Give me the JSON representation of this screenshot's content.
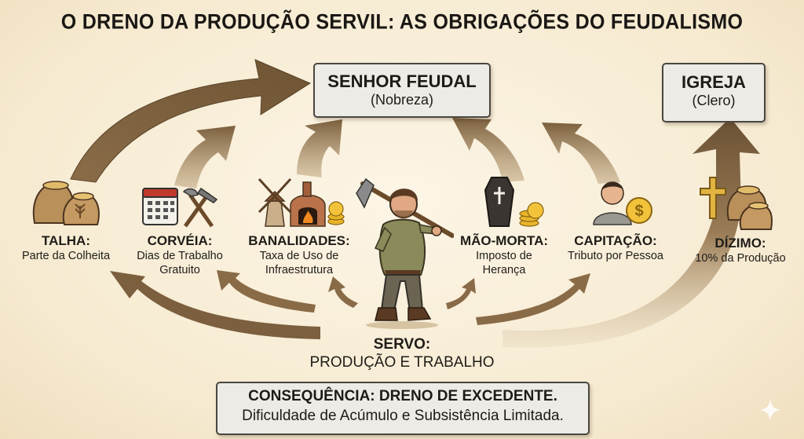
{
  "title": "O DRENO DA PRODUÇÃO SERVIL: AS OBRIGAÇÕES DO FEUDALISMO",
  "senhor": {
    "title": "SENHOR FEUDAL",
    "subtitle": "(Nobreza)"
  },
  "igreja": {
    "title": "IGREJA",
    "subtitle": "(Clero)"
  },
  "obligations": [
    {
      "name": "TALHA:",
      "desc": "Parte da Colheita",
      "icon": "grain-sacks-icon"
    },
    {
      "name": "CORVÉIA:",
      "desc": "Dias de Trabalho Gratuito",
      "icon": "calendar-tools-icon"
    },
    {
      "name": "BANALIDADES:",
      "desc": "Taxa de Uso de Infraestrutura",
      "icon": "mill-oven-icon"
    },
    {
      "name": "MÃO-MORTA:",
      "desc": "Imposto de Herança",
      "icon": "coffin-coins-icon"
    },
    {
      "name": "CAPITAÇÃO:",
      "desc": "Tributo por Pessoa",
      "icon": "person-coin-icon"
    },
    {
      "name": "DÍZIMO:",
      "desc": "10% da Produção",
      "icon": "cross-sacks-icon"
    }
  ],
  "servo": {
    "title": "SERVO:",
    "subtitle": "PRODUÇÃO E TRABALHO",
    "icon": "serf-with-hoe-icon"
  },
  "consequence": {
    "title": "CONSEQUÊNCIA: DRENO DE EXCEDENTE.",
    "text": "Dificuldade de Acúmulo e Subsistência Limitada."
  },
  "colors": {
    "arrow": "#7a5f3e",
    "arrow_light": "#b49a74",
    "box_fill": "#ecebe6",
    "coin": "#e8b52a",
    "background": "#f8efdb"
  }
}
